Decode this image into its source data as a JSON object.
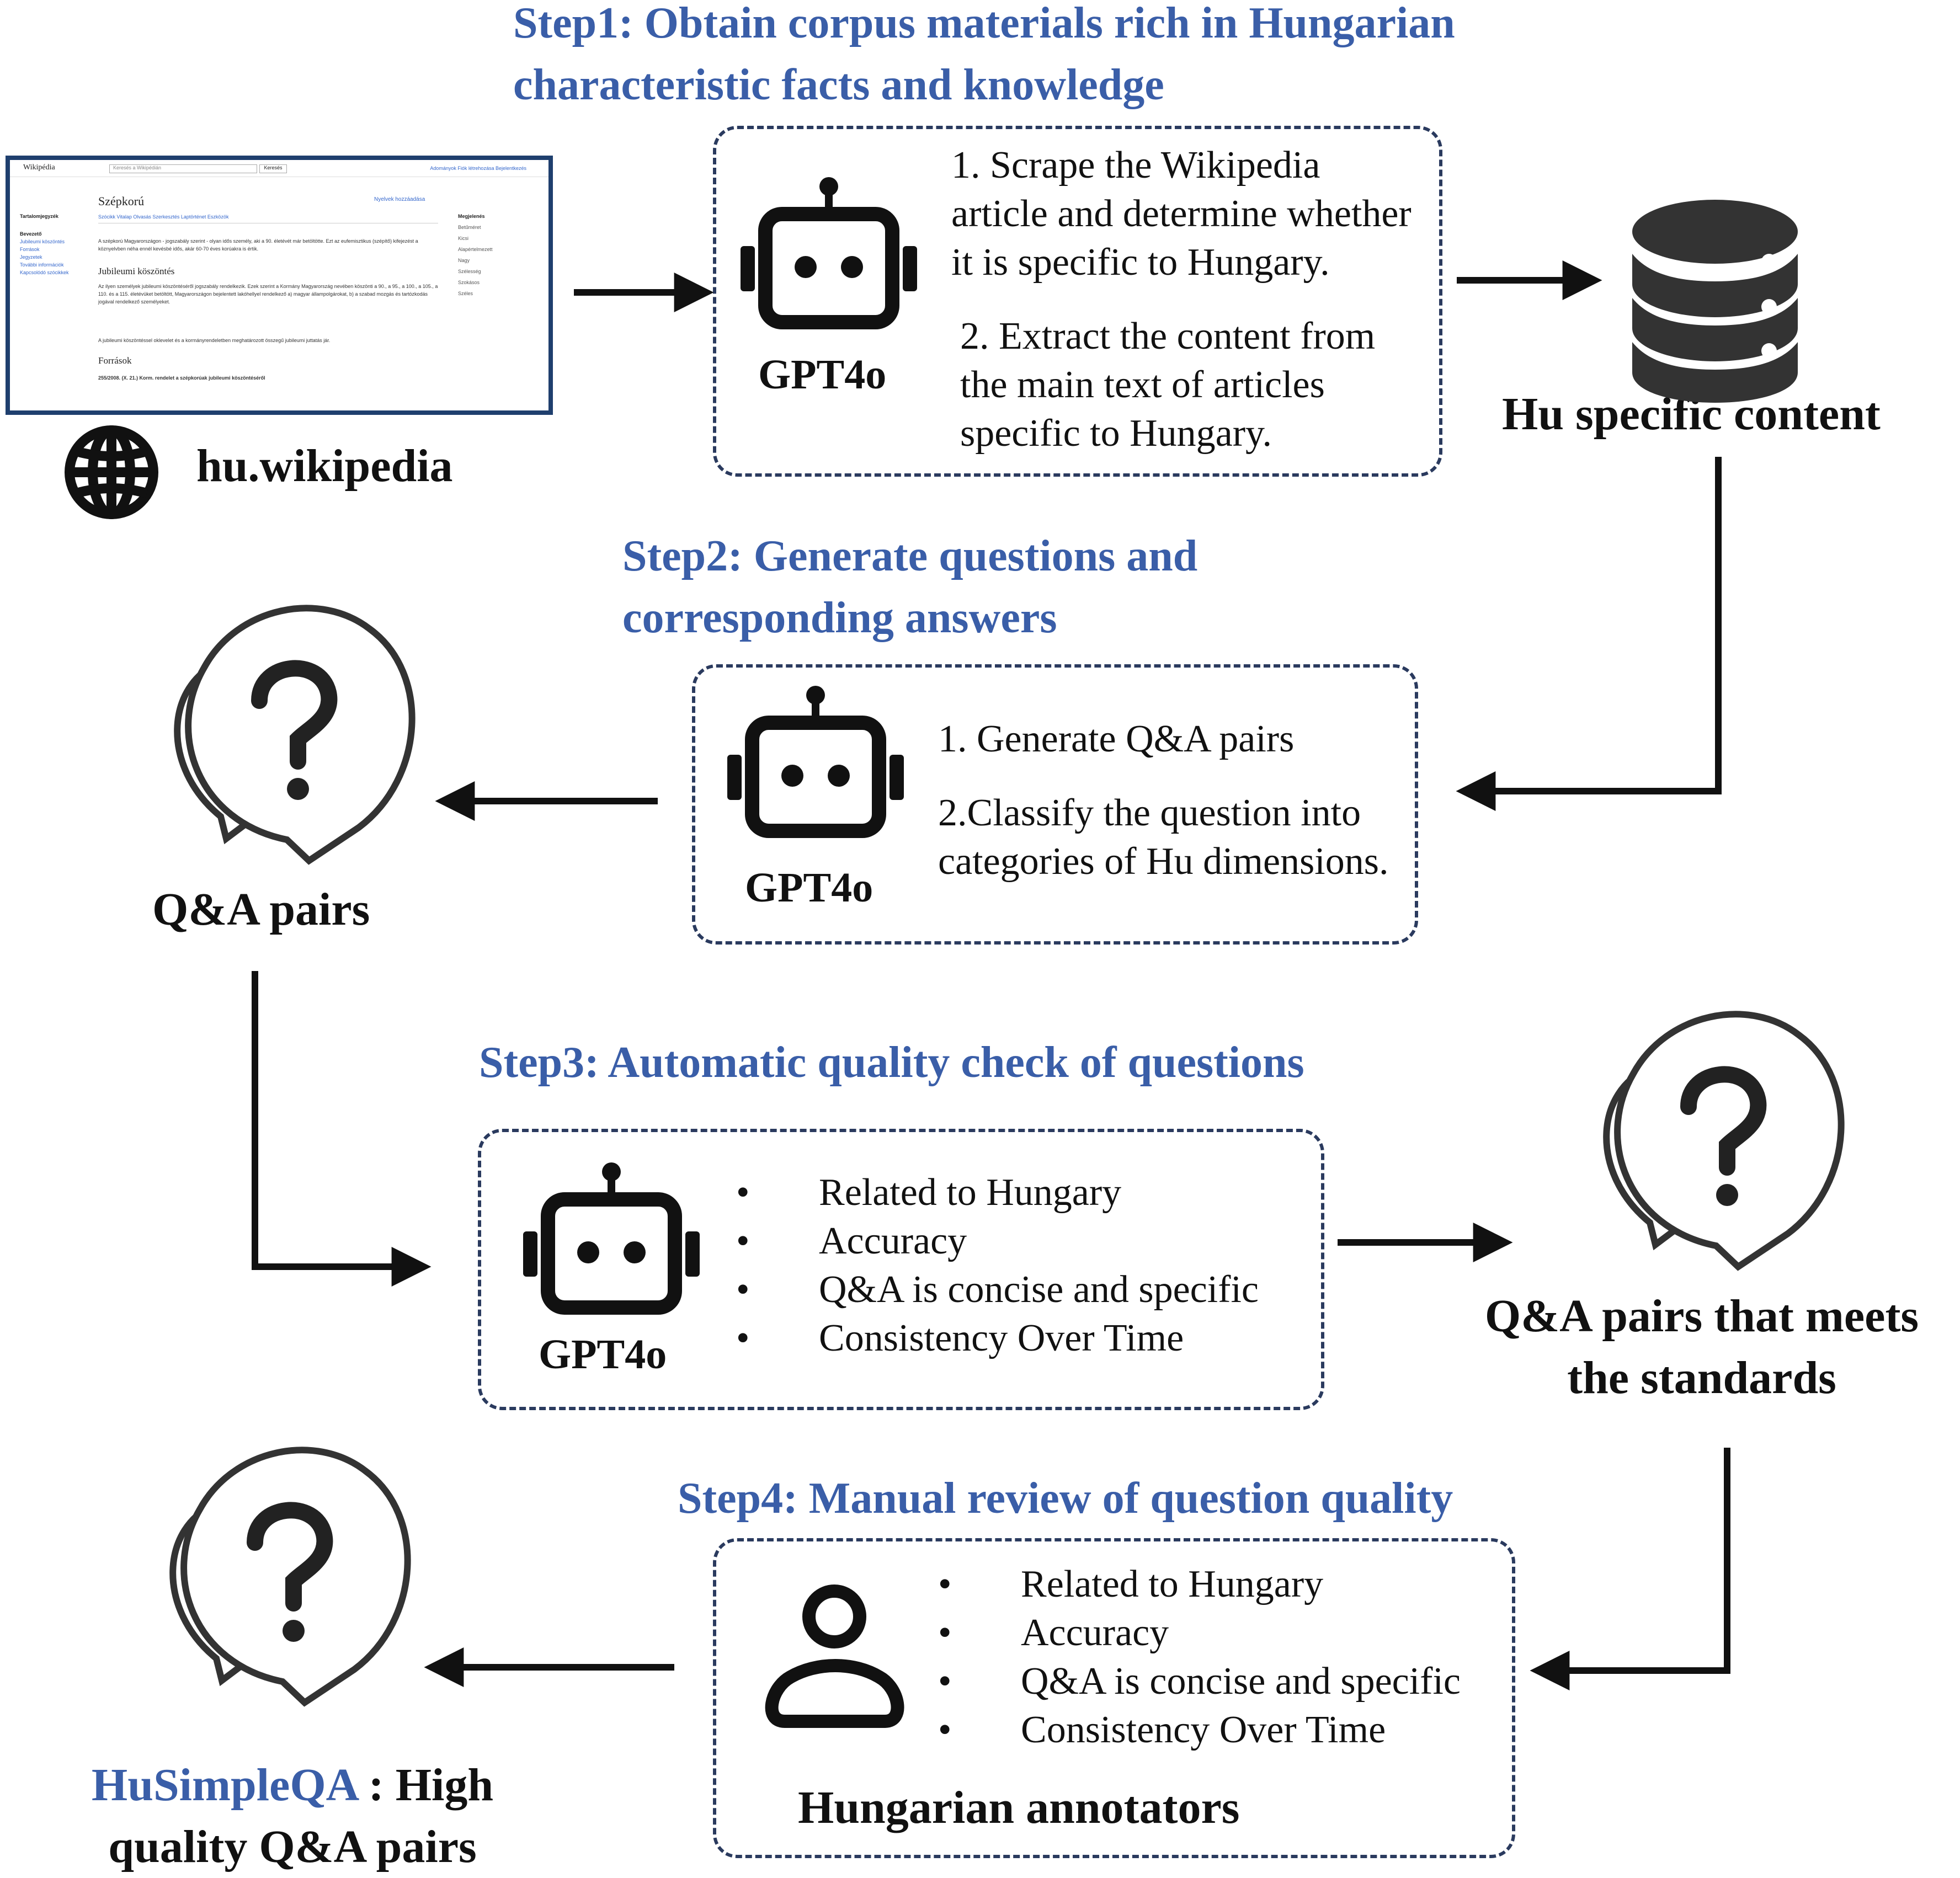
{
  "steps": {
    "step1": {
      "title_line1": "Step1: Obtain corpus materials rich in Hungarian",
      "title_line2": "characteristic facts and knowledge"
    },
    "step2": {
      "title_line1": "Step2:  Generate questions and",
      "title_line2": "corresponding answers"
    },
    "step3": {
      "title": "Step3: Automatic quality check of questions"
    },
    "step4": {
      "title": "Step4: Manual review of question quality"
    }
  },
  "wiki_thumb": {
    "logo": "Wikipédia",
    "search_placeholder": "Keresés a Wikipédián",
    "search_button": "Keresés",
    "top_right": "Adományok  Fiók létrehozása  Bejelentkezés",
    "article_title": "Szépkorú",
    "languages": "Nyelvek hozzáadása",
    "tabs": "Szócikk   Vitalap                                   Olvasás   Szerkesztés   Laptörténet   Eszközök",
    "sidebar": [
      "Tartalomjegyzék",
      "Bevezető",
      "Jubileumi köszöntés",
      "Források",
      "Jegyzetek",
      "További információk",
      "Kapcsolódó szócikkek"
    ],
    "para1": "A szépkorú Magyarországon - jogszabály szerint - olyan idős személy, aki a 90. életévét már betöltötte. Ezt az eufemisztikus (szépítő) kifejezést a köznyelvben néha ennél kevésbé idős, akár 60-70 éves korúakra is értik.",
    "section1": "Jubileumi köszöntés",
    "para2": "Az ilyen személyek jubileumi köszöntéséről jogszabály rendelkezik. Ezek szerint a Kormány Magyarország nevében köszönti a 90., a 95., a 100., a 105., a 110. és a 115. életévüket betöltött, Magyarországon bejelentett lakóhellyel rendelkező a) magyar állampolgárokat, b) a szabad mozgás és tartózkodás jogával rendelkező személyeket.",
    "para3": "A jubileumi köszöntéssel oklevelet és a kormányrendeletben meghatározott összegű jubileumi juttatás jár.",
    "section2": "Források",
    "ref": "255/2008. (X. 21.) Korm. rendelet a szépkorúak jubileumi köszöntéséről",
    "right_col": [
      "Megjelenés",
      "Betűméret",
      "Kicsi",
      "Alapértelmezett",
      "Nagy",
      "Szélesség",
      "Szokásos",
      "Széles"
    ]
  },
  "labels": {
    "source": "hu.wikipedia",
    "hu_content": "Hu specific content",
    "qa_pairs": "Q&A pairs",
    "qa_standard_line1": "Q&A pairs that meets",
    "qa_standard_line2": "the standards",
    "final_name": "HuSimpleQA",
    "final_sep": " : ",
    "final_line1_rest": "High",
    "final_line2": "quality Q&A pairs",
    "annotators": "Hungarian annotators"
  },
  "box1": {
    "agent": "GPT4o",
    "lines_a": [
      "1. Scrape the Wikipedia",
      "article and determine whether",
      "it is specific to Hungary."
    ],
    "lines_b": [
      "2. Extract the content from",
      "the main text of articles",
      "specific to Hungary."
    ]
  },
  "box2": {
    "agent": "GPT4o",
    "line1": "1. Generate Q&A pairs",
    "lines2": [
      "2.Classify the question into",
      "categories of Hu dimensions."
    ]
  },
  "box3": {
    "agent": "GPT4o",
    "bullet_char": "•",
    "bullets": [
      "Related to Hungary",
      "Accuracy",
      "Q&A is concise and specific",
      "Consistency Over Time"
    ]
  },
  "box4": {
    "bullet_char": "•",
    "bullets": [
      "Related to Hungary",
      "Accuracy",
      "Q&A is concise and specific",
      "Consistency Over Time"
    ]
  },
  "colors": {
    "accent": "#3a5ea8",
    "box_border": "#2a3a5e",
    "ink": "#111111"
  },
  "icons": [
    "robot-icon",
    "database-icon",
    "globe-icon",
    "question-bubble-icon",
    "person-icon",
    "arrow-icon"
  ]
}
